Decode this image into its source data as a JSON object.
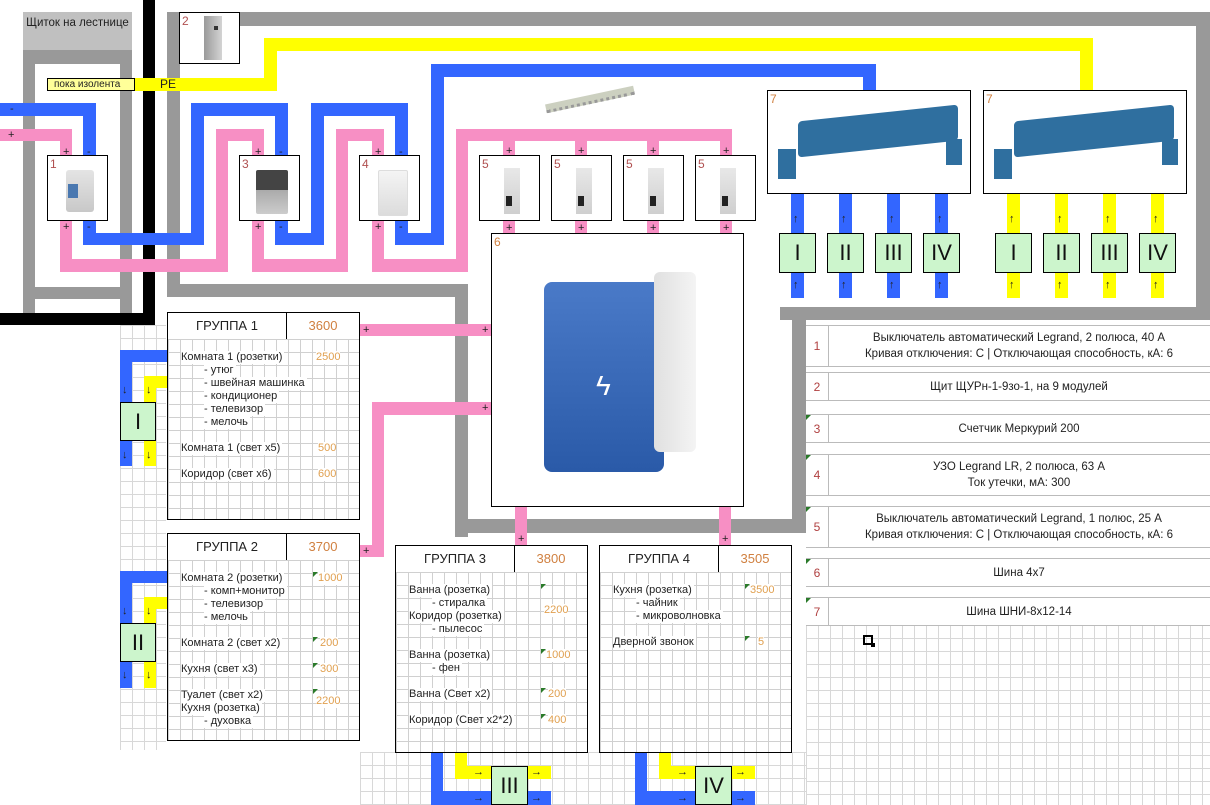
{
  "panel_label": "Щиток на лестнице",
  "pe_note": "пока изолента",
  "pe_label": "PE",
  "terminal_plus": "+",
  "terminal_minus": "-",
  "arrow_up": "↑",
  "arrow_down": "↓",
  "arrow_right": "→",
  "components": {
    "breaker_main": {
      "num": "1",
      "icon": "double-pole-breaker"
    },
    "cabinet": {
      "num": "2",
      "icon": "electrical-cabinet"
    },
    "meter": {
      "num": "3",
      "icon": "electric-meter"
    },
    "rcd": {
      "num": "4",
      "icon": "rcd"
    },
    "breakers_group": [
      {
        "num": "5",
        "icon": "single-pole-breaker"
      },
      {
        "num": "5",
        "icon": "single-pole-breaker"
      },
      {
        "num": "5",
        "icon": "single-pole-breaker"
      },
      {
        "num": "5",
        "icon": "single-pole-breaker"
      }
    ],
    "distribution_block": {
      "num": "6",
      "icon": "distribution-block"
    },
    "busbars": [
      {
        "num": "7",
        "icon": "neutral-busbar",
        "wire": "blue"
      },
      {
        "num": "7",
        "icon": "ground-busbar",
        "wire": "yellow"
      }
    ]
  },
  "bus_lines": {
    "neutral": [
      "I",
      "II",
      "III",
      "IV"
    ],
    "ground": [
      "I",
      "II",
      "III",
      "IV"
    ]
  },
  "groups": [
    {
      "title": "ГРУППА 1",
      "total": "3600",
      "marker": "I",
      "lines": [
        {
          "text": "Комната 1 (розетки)",
          "value": "2500"
        },
        {
          "text": "- утюг",
          "indent": true
        },
        {
          "text": "- швейная машинка",
          "indent": true
        },
        {
          "text": "- кондиционер",
          "indent": true
        },
        {
          "text": "- телевизор",
          "indent": true
        },
        {
          "text": "- мелочь",
          "indent": true
        },
        {
          "text": "Комната 1 (свет x5)",
          "value": "500"
        },
        {
          "text": "Коридор (свет x6)",
          "value": "600"
        }
      ]
    },
    {
      "title": "ГРУППА 2",
      "total": "3700",
      "marker": "II",
      "lines": [
        {
          "text": "Комната 2 (розетки)",
          "value": "1000"
        },
        {
          "text": "- комп+монитор",
          "indent": true
        },
        {
          "text": "- телевизор",
          "indent": true
        },
        {
          "text": "- мелочь",
          "indent": true
        },
        {
          "text": "Комната 2 (свет x2)",
          "value": "200"
        },
        {
          "text": "Кухня (свет x3)",
          "value": "300"
        },
        {
          "text": "Туалет (свет x2)",
          "value": "2200"
        },
        {
          "text": "Кухня (розетка)"
        },
        {
          "text": "- духовка",
          "indent": true
        }
      ]
    },
    {
      "title": "ГРУППА 3",
      "total": "3800",
      "marker": "III",
      "lines": [
        {
          "text": "Ванна (розетка)"
        },
        {
          "text": "- стиралка",
          "indent": true
        },
        {
          "text": "Коридор (розетка)",
          "value": "2200"
        },
        {
          "text": "- пылесос",
          "indent": true
        },
        {
          "text": "Ванна (розетка)",
          "value": "1000"
        },
        {
          "text": "- фен",
          "indent": true
        },
        {
          "text": "Ванна (Свет x2)",
          "value": "200"
        },
        {
          "text": "Коридор (Свет x2*2)",
          "value": "400"
        }
      ]
    },
    {
      "title": "ГРУППА 4",
      "total": "3505",
      "marker": "IV",
      "lines": [
        {
          "text": "Кухня (розетка)",
          "value": "3500"
        },
        {
          "text": "- чайник",
          "indent": true
        },
        {
          "text": "- микроволновка",
          "indent": true
        },
        {
          "text": "Дверной звонок",
          "value": "5"
        }
      ]
    }
  ],
  "legend": [
    {
      "num": "1",
      "lines": [
        "Выключатель автоматический Legrand, 2 полюса, 40 А",
        "Кривая отключения: C | Отключающая способность, кА: 6"
      ]
    },
    {
      "num": "2",
      "lines": [
        "Щит ЩУРн-1-9зо-1, на 9 модулей"
      ]
    },
    {
      "num": "3",
      "lines": [
        "Счетчик Меркурий 200"
      ]
    },
    {
      "num": "4",
      "lines": [
        "УЗО Legrand LR, 2 полюса, 63 А",
        "Ток утечки, мА: 300"
      ]
    },
    {
      "num": "5",
      "lines": [
        "Выключатель автоматический Legrand, 1 полюс, 25 А",
        "Кривая отключения: C | Отключающая способность, кА: 6"
      ]
    },
    {
      "num": "6",
      "lines": [
        "Шина 4x7"
      ]
    },
    {
      "num": "7",
      "lines": [
        "Шина ШНИ-8x12-14"
      ]
    }
  ],
  "colors": {
    "phase": "#f78fc4",
    "neutral": "#3366ff",
    "ground": "#ffff00",
    "enclosure": "#999999",
    "feed": "#000000",
    "marker_fill": "#ccf5cc",
    "value_text": "#e0a050"
  }
}
